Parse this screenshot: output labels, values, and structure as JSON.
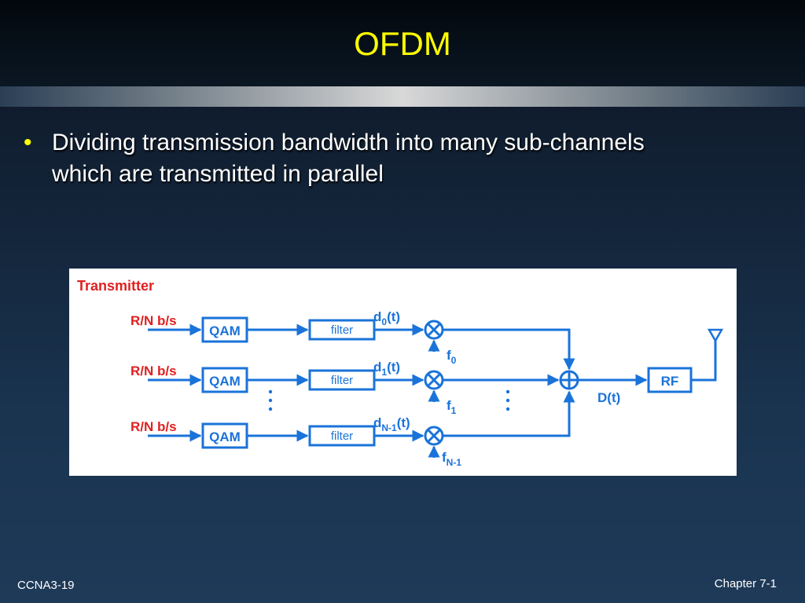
{
  "slide": {
    "title": "OFDM",
    "bullets": [
      {
        "line1": "Dividing transmission bandwidth into many sub-channels",
        "line2": "which are transmitted in parallel"
      }
    ],
    "footer_left": "CCNA3-19",
    "footer_right": "Chapter 7-1"
  },
  "diagram": {
    "label": "Transmitter",
    "input_label": "R/N b/s",
    "qam_label": "QAM",
    "filter_label": "filter",
    "rf_label": "RF",
    "output_label": "D(t)",
    "branches": [
      {
        "signal": "d",
        "signal_sub": "0",
        "signal_suffix": "(t)",
        "freq": "f",
        "freq_sub": "0"
      },
      {
        "signal": "d",
        "signal_sub": "1",
        "signal_suffix": "(t)",
        "freq": "f",
        "freq_sub": "1"
      },
      {
        "signal": "d",
        "signal_sub": "N-1",
        "signal_suffix": "(t)",
        "freq": "f",
        "freq_sub": "N-1"
      }
    ],
    "colors": {
      "lines": "#1a73d9",
      "input_text": "#e02020",
      "title_text": "#e02020"
    }
  }
}
